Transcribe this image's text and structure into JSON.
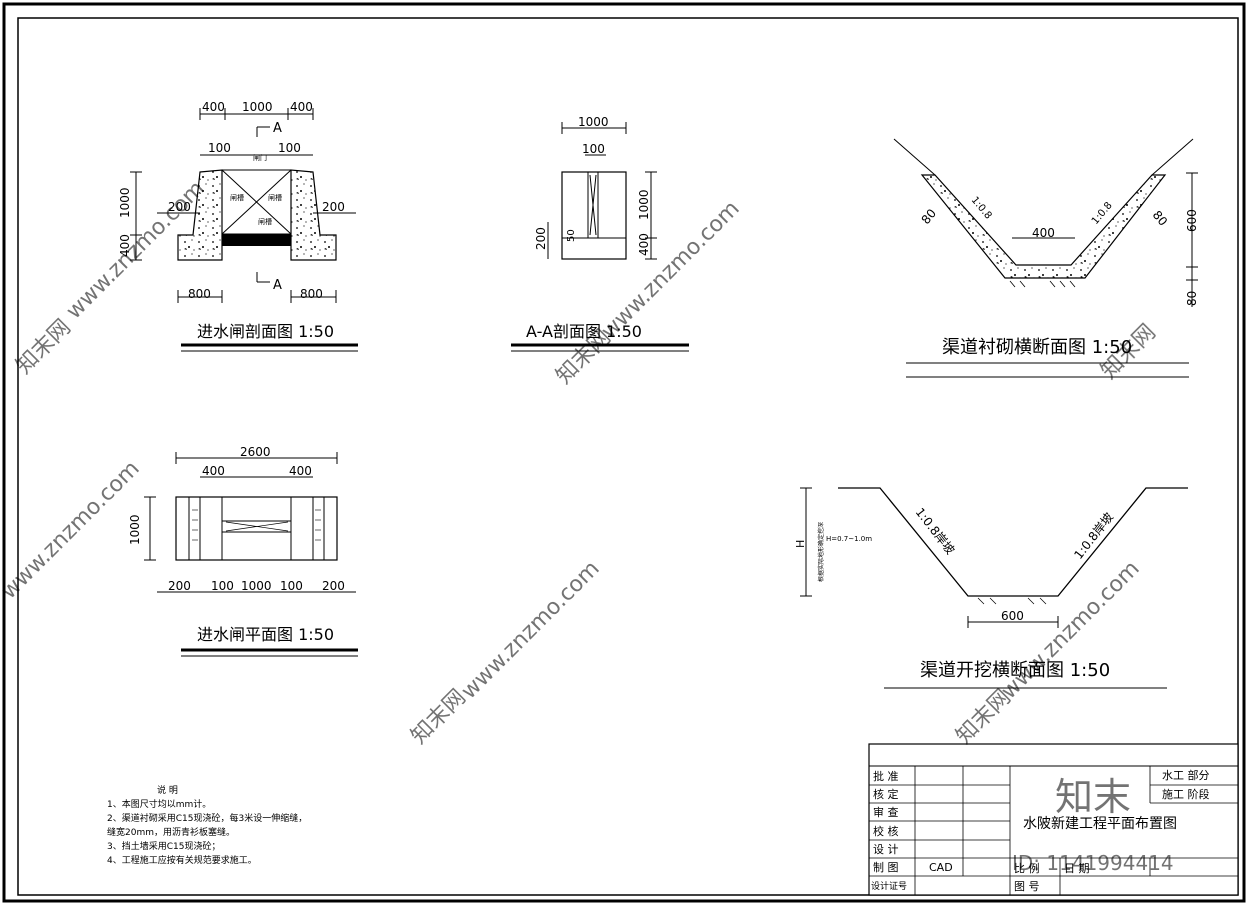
{
  "drawings": {
    "gate_section": {
      "title": "进水闸剖面图   1:50",
      "dims": {
        "top_left": "400",
        "top_mid": "1000",
        "top_right": "400",
        "inner_left": "100",
        "inner_right": "100",
        "side_left": "200",
        "side_right": "200",
        "height_upper": "1000",
        "height_lower": "400",
        "bottom_left": "800",
        "bottom_right": "800"
      },
      "section_mark_top": "A",
      "section_mark_bottom": "A",
      "label_gate": "闸门",
      "label_slot_left": "闸槽",
      "label_slot_right": "闸槽",
      "label_slot_bottom": "闸槽"
    },
    "aa_section": {
      "title": "A-A剖面图   1:50",
      "dims": {
        "width": "1000",
        "inner": "100",
        "height_upper": "1000",
        "height_lower": "400",
        "left_lower": "200",
        "left_small": "50"
      }
    },
    "canal_lining": {
      "title": "渠道衬砌横断面图   1:50",
      "dims": {
        "thick_left": "80",
        "thick_right": "80",
        "slope_left": "1:0.8",
        "slope_right": "1:0.8",
        "bottom": "400",
        "height": "600",
        "bottom_thick": "80"
      }
    },
    "gate_plan": {
      "title": "进水闸平面图   1:50",
      "dims": {
        "total": "2600",
        "left": "400",
        "right": "400",
        "height": "1000",
        "b1": "200",
        "b2": "100",
        "b3": "1000",
        "b4": "100",
        "b5": "200"
      }
    },
    "canal_excavation": {
      "title": "渠道开挖横断面图   1:50",
      "dims": {
        "slope_left": "1:0.8岸坡",
        "slope_right": "1:0.8岸坡",
        "bottom": "600",
        "h_mark": "H",
        "h_note": "H=0.7~1.0m",
        "side_note": "根据实际地形确定挖深"
      }
    }
  },
  "notes": {
    "heading": "说          明",
    "items": [
      "1、本图尺寸均以mm计。",
      "2、渠道衬砌采用C15现浇砼，每3米设一伸缩缝，",
      "     缝宽20mm，用沥青衫板塞缝。",
      "3、挡土墙采用C15现浇砼；",
      "4、工程施工应按有关规范要求施工。"
    ]
  },
  "title_block": {
    "rows": [
      "批  准",
      "核  定",
      "审  查",
      "校  核",
      "设  计",
      "制  图",
      "设计证号"
    ],
    "drawn_by": "CAD",
    "section": "水工  部分",
    "stage": "施工  阶段",
    "drawing_name": "水陂新建工程平面布置图",
    "scale_label": "比  例",
    "date_label": "日 期",
    "drawing_no_label": "图  号"
  },
  "watermarks": {
    "site": "www.znzmo.com",
    "brand": "知末网",
    "logo": "知末",
    "id": "ID: 1141994414"
  }
}
